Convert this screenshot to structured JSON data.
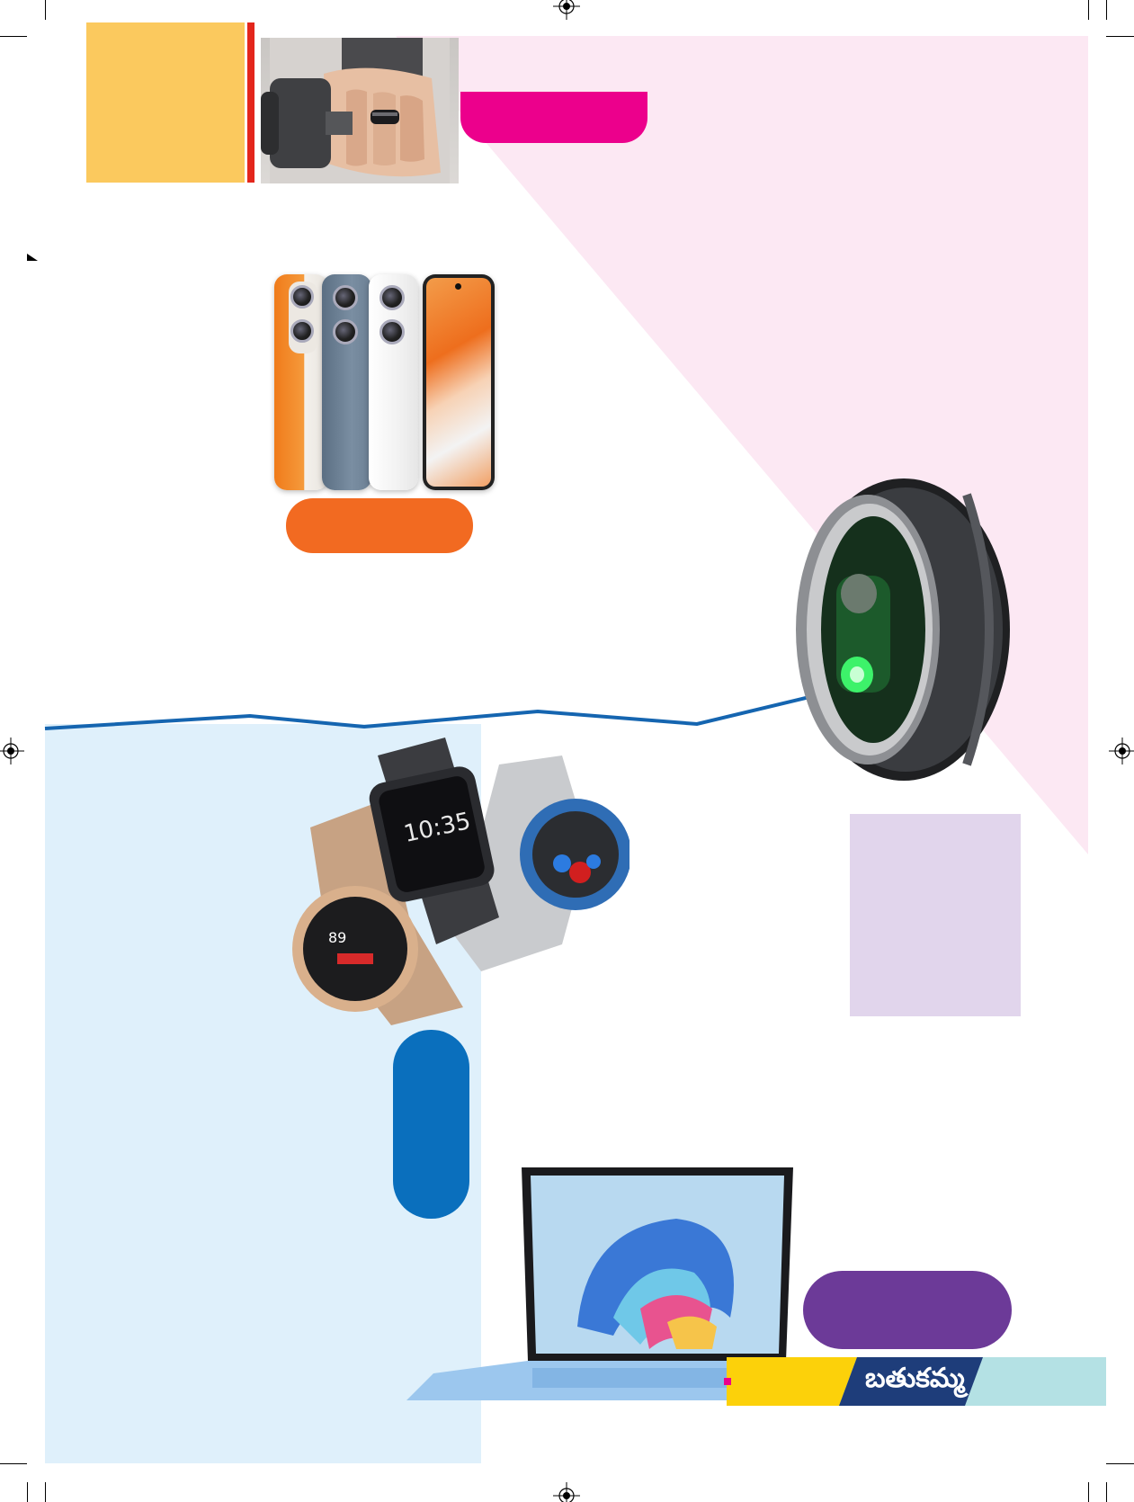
{
  "footer": {
    "section_name": "బతుకమ్మ"
  },
  "colors": {
    "yellow_block": "#FBC95E",
    "red_bar": "#E3261C",
    "magenta_pill": "#EC008C",
    "pink_background": "#FCE8F3",
    "orange_pill": "#F26A21",
    "blue_line": "#1565B0",
    "light_blue_panel": "#DFF0FB",
    "lavender_box": "#E1D5EC",
    "blue_pill": "#0A6FBD",
    "purple_pill": "#6C3A98",
    "footer_yellow": "#FCD10A",
    "footer_navy": "#1E3D7A",
    "footer_teal": "#B4E1E4"
  },
  "images": {
    "top_photo": "hand-holding-dumbbell-wearing-smart-ring",
    "phones": "four-smartphones-orange-grey-white-front",
    "ring": "black-smart-ring-green-sensors",
    "watches": "three-smartwatches-rosegold-black-silver",
    "laptop": "light-blue-laptop-colorful-wallpaper"
  }
}
